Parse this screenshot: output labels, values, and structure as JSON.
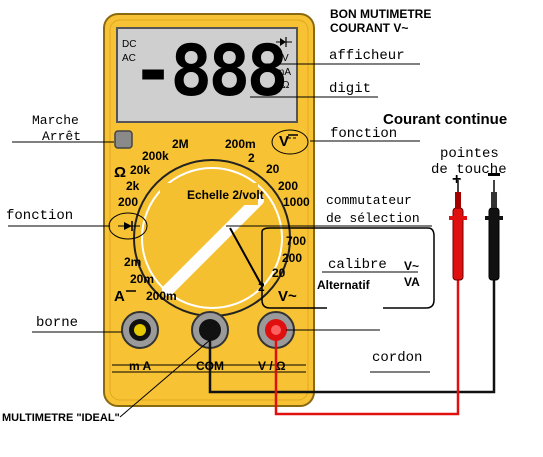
{
  "title": {
    "line1": "BON MUTIMETRE",
    "line2": "COURANT  V~"
  },
  "display": {
    "reading": "-888",
    "dc": "DC",
    "ac": "AC",
    "v": "V",
    "ma": "mA",
    "ohm": "Ω"
  },
  "callouts": {
    "afficheur": "afficheur",
    "digit": "digit",
    "marche": "Marche",
    "arret": "Arrêt",
    "fonction_right": "fonction",
    "fonction_left": "fonction",
    "courant_continue": "Courant continue",
    "pointes_1": "pointes",
    "pointes_2": "de touche",
    "commutateur_1": "commutateur",
    "commutateur_2": "de sélection",
    "calibre": "calibre",
    "calibre_v": "V~",
    "calibre_va": "VA",
    "alternatif": "Alternatif",
    "borne": "borne",
    "cordon": "cordon",
    "multimetre_ideal": "MULTIMETRE \"IDEAL\""
  },
  "dial": {
    "center_label": "Echelle 2/volt",
    "top": [
      "2M",
      "200m",
      "2"
    ],
    "left": [
      "200k",
      "20k",
      "2k",
      "200"
    ],
    "right": [
      "20",
      "200",
      "1000"
    ],
    "bottom_left": [
      "2m",
      "20m",
      "200m"
    ],
    "ac_ranges": [
      "700",
      "200",
      "20",
      "2"
    ],
    "v_dc_symbol": "V",
    "v_ac_symbol": "V~",
    "ohm_symbol": "Ω",
    "a_symbol": "A"
  },
  "terminals": {
    "ma": "m A",
    "com": "COM",
    "vohm": "V / Ω"
  },
  "colors": {
    "body": "#f7c233",
    "dial": "#f5c030",
    "lcd": "#cfcfcf",
    "red_lead": "#e01010",
    "black_lead": "#111111"
  }
}
